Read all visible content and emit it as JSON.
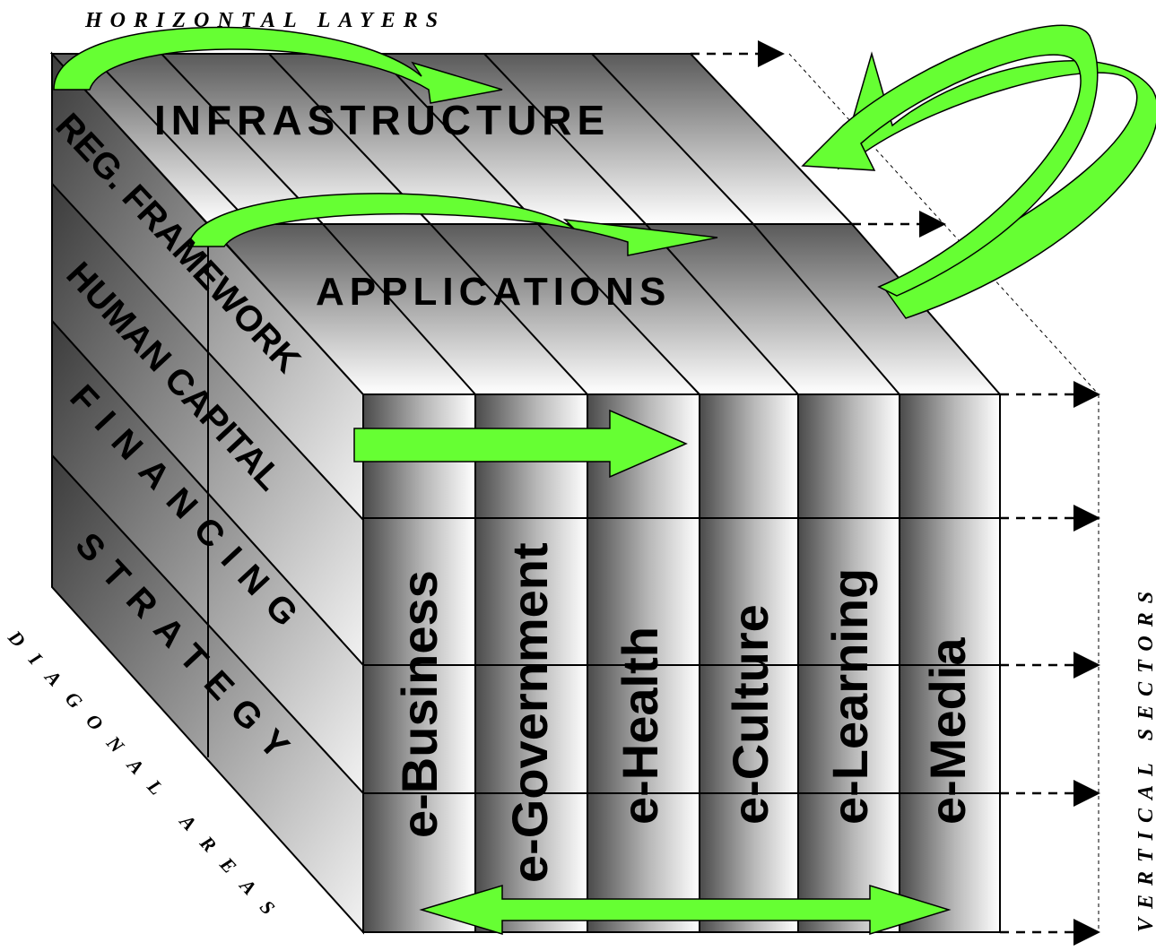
{
  "labels": {
    "horizontal_layers": "HORIZONTAL LAYERS",
    "vertical_sectors": "VERTICAL SECTORS",
    "diagonal_areas": "DIAGONAL AREAS",
    "infrastructure": "INFRASTRUCTURE",
    "applications": "APPLICATIONS"
  },
  "diagonal_areas": [
    "REG. FRAMEWORK",
    "HUMAN CAPITAL",
    "FINANCING",
    "STRATEGY"
  ],
  "sectors": [
    "e-Business",
    "e-Government",
    "e-Health",
    "e-Culture",
    "e-Learning",
    "e-Media"
  ],
  "colors": {
    "arrow_green": "#66ff33",
    "outline": "#000000",
    "shade_dark": "#444444",
    "shade_light": "#ffffff"
  }
}
